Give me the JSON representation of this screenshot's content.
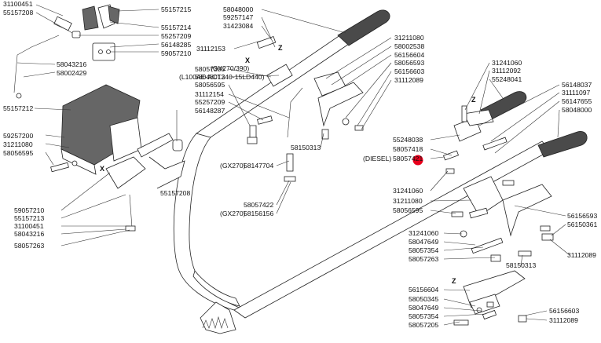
{
  "diagram": {
    "part_numbers": {
      "top_left": [
        "31100451",
        "55157208",
        "55157215",
        "55157214",
        "55257209",
        "56148285",
        "59057210",
        "58043216",
        "58002429"
      ],
      "left_side": [
        "55157212",
        "59257200",
        "31211080",
        "58056595",
        "55157208",
        "59057210",
        "55157213",
        "31100451",
        "58043216",
        "58057263"
      ],
      "upper_center": [
        "58048000",
        "59257147",
        "31423084",
        "31112153",
        "58057355",
        "58048012",
        "58056595",
        "31112154",
        "55257209",
        "56148287",
        "58150313",
        "58147704",
        "58057422",
        "58156156"
      ],
      "upper_right": [
        "31211080",
        "58002538",
        "56156604",
        "58056593",
        "56156603",
        "31112089"
      ],
      "right_cluster": [
        "31241060",
        "31112092",
        "55248041",
        "56148037",
        "31111097",
        "56147655",
        "58048000",
        "55248038",
        "58057418",
        "58057421",
        "31241060",
        "31211080",
        "58056595",
        "56156593",
        "56150361",
        "31112089",
        "31241060",
        "58047649",
        "58057354",
        "58057263",
        "58150313"
      ],
      "bottom_right": [
        "56156604",
        "58050345",
        "58047649",
        "58057354",
        "58057205",
        "56156603",
        "31112089"
      ]
    },
    "engine_notes": {
      "gx270_390": "(GX270/390)",
      "l100ae": "(L100AE-ACT340-15LD440)",
      "gx270_a": "(GX270)",
      "gx270_b": "(GX270)",
      "diesel": "(DIESEL)"
    },
    "letters": {
      "x1": "X",
      "z1": "Z",
      "x2": "X",
      "z2": "Z",
      "z3": "Z"
    },
    "highlight_color": "#e8001c"
  }
}
